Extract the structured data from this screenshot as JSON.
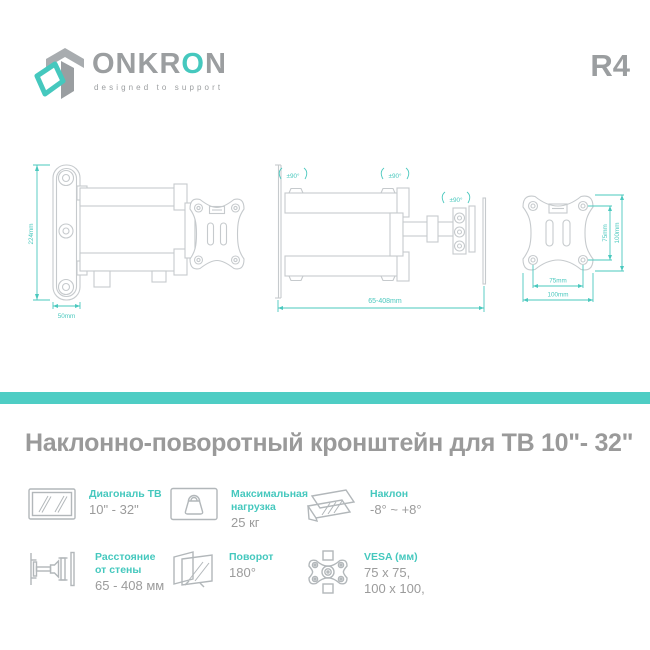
{
  "header": {
    "brand_part1": "ONKR",
    "brand_accent": "O",
    "brand_part2": "N",
    "tagline": "designed to support",
    "model": "R4"
  },
  "colors": {
    "accent_teal": "#4ecdc4",
    "logo_teal": "#45c8be",
    "text_gray": "#9b9b9b",
    "drawing_line_gray": "#c6cacd",
    "icon_gray": "#b2b7ba"
  },
  "drawings": {
    "side": {
      "height": "224mm",
      "width": "50mm"
    },
    "top": {
      "rotation_left": "±90°",
      "rotation_mid": "±90°",
      "rotation_right": "±90°",
      "extension": "65-408mm"
    },
    "front": {
      "vertical_inner": "75mm",
      "vertical_outer": "100mm",
      "horizontal_inner": "75mm",
      "horizontal_outer": "100mm"
    }
  },
  "title": "Наклонно-поворотный кронштейн для ТВ 10\"- 32\"",
  "specs": [
    {
      "icon": "tv-diagonal-icon",
      "label": "Диагональ ТВ",
      "value": "10\" - 32\""
    },
    {
      "icon": "max-load-icon",
      "label": "Максимальная\nнагрузка",
      "value": "25 кг"
    },
    {
      "icon": "tilt-icon",
      "label": "Наклон",
      "value": "-8° ~ +8°"
    },
    {
      "icon": "wall-distance-icon",
      "label": "Расстояние\nот стены",
      "value": "65 - 408 мм"
    },
    {
      "icon": "swivel-icon",
      "label": "Поворот",
      "value": "180°"
    },
    {
      "icon": "vesa-icon",
      "label": "VESA (мм)",
      "value": "75 x 75,\n100 x 100,"
    }
  ]
}
